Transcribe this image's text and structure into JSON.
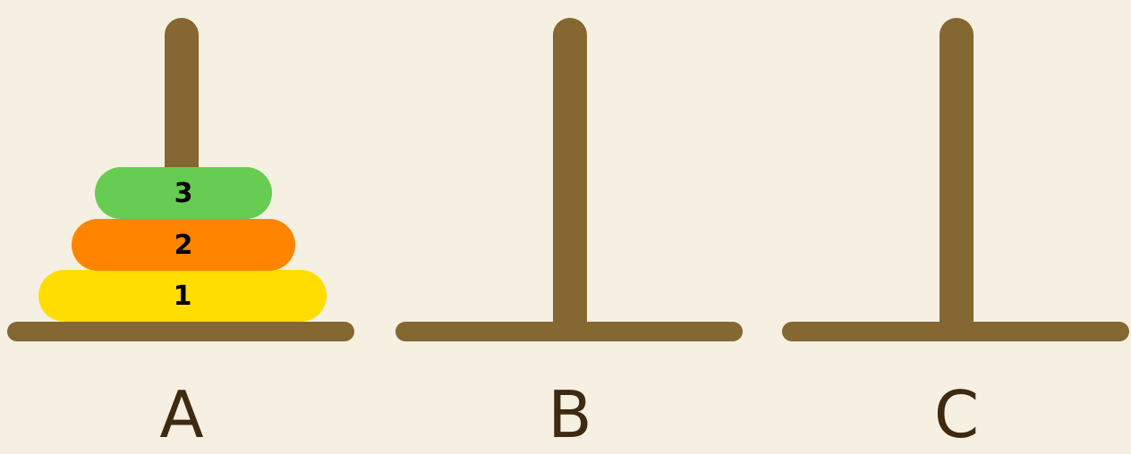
{
  "game": "Tower of Hanoi",
  "colors": {
    "background": "#f5f0e1",
    "peg": "#856732",
    "label": "#3d2a10",
    "disk_text": "#000000"
  },
  "pegs": [
    {
      "label": "A",
      "disks": [
        1,
        2,
        3
      ]
    },
    {
      "label": "B",
      "disks": []
    },
    {
      "label": "C",
      "disks": []
    }
  ],
  "disks": [
    {
      "label": "1",
      "size_rank": 3,
      "color": "#ffdd00"
    },
    {
      "label": "2",
      "size_rank": 2,
      "color": "#ff8400"
    },
    {
      "label": "3",
      "size_rank": 1,
      "color": "#66cc52"
    }
  ]
}
